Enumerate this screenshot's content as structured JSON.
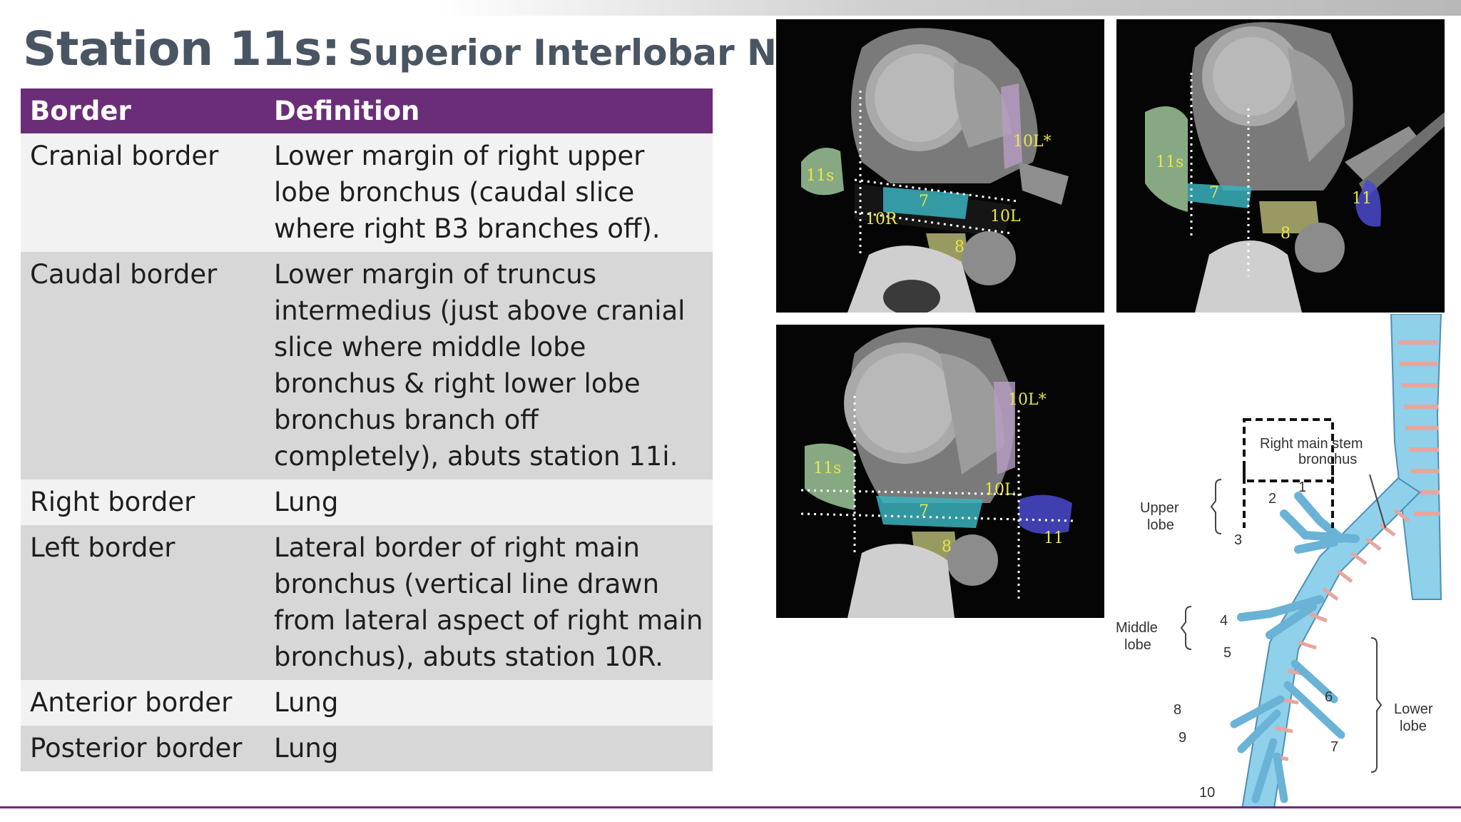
{
  "title": {
    "station": "Station 11s:",
    "name": "Superior Interlobar Nodes"
  },
  "table": {
    "headers": [
      "Border",
      "Definition"
    ],
    "rows": [
      {
        "border": "Cranial border",
        "definition": "Lower margin of right upper lobe bronchus (caudal slice where right B3 branches off)."
      },
      {
        "border": "Caudal border",
        "definition": "Lower margin of truncus intermedius (just above cranial slice where middle lobe bronchus & right lower lobe bronchus branch off completely), abuts station 11i."
      },
      {
        "border": "Right border",
        "definition": "Lung"
      },
      {
        "border": "Left border",
        "definition": "Lateral border of right main bronchus (vertical line drawn from lateral aspect of right main bronchus), abuts station 10R."
      },
      {
        "border": "Anterior border",
        "definition": "Lung"
      },
      {
        "border": "Posterior border",
        "definition": "Lung"
      }
    ]
  },
  "ct_images": {
    "panel1_labels": {
      "a": "11s",
      "b": "10L*",
      "c": "7",
      "d": "10R",
      "e": "10L",
      "f": "8"
    },
    "panel2_labels": {
      "a": "11s",
      "b": "7",
      "c": "8",
      "d": "11"
    },
    "panel3_labels": {
      "a": "11s",
      "b": "10L*",
      "c": "10L",
      "d": "7",
      "e": "8",
      "f": "11"
    }
  },
  "diagram": {
    "main_stem": "Right main stem",
    "bronchus": "bronchus",
    "upper": "Upper",
    "middle": "Middle",
    "lower": "Lower",
    "lobe": "lobe",
    "segments": [
      "1",
      "2",
      "3",
      "4",
      "5",
      "6",
      "7",
      "8",
      "9",
      "10"
    ]
  },
  "colors": {
    "header_purple": "#6b2d78",
    "title_gray": "#4a5563",
    "row_light": "#f2f2f2",
    "row_dark": "#d7d7d7"
  }
}
